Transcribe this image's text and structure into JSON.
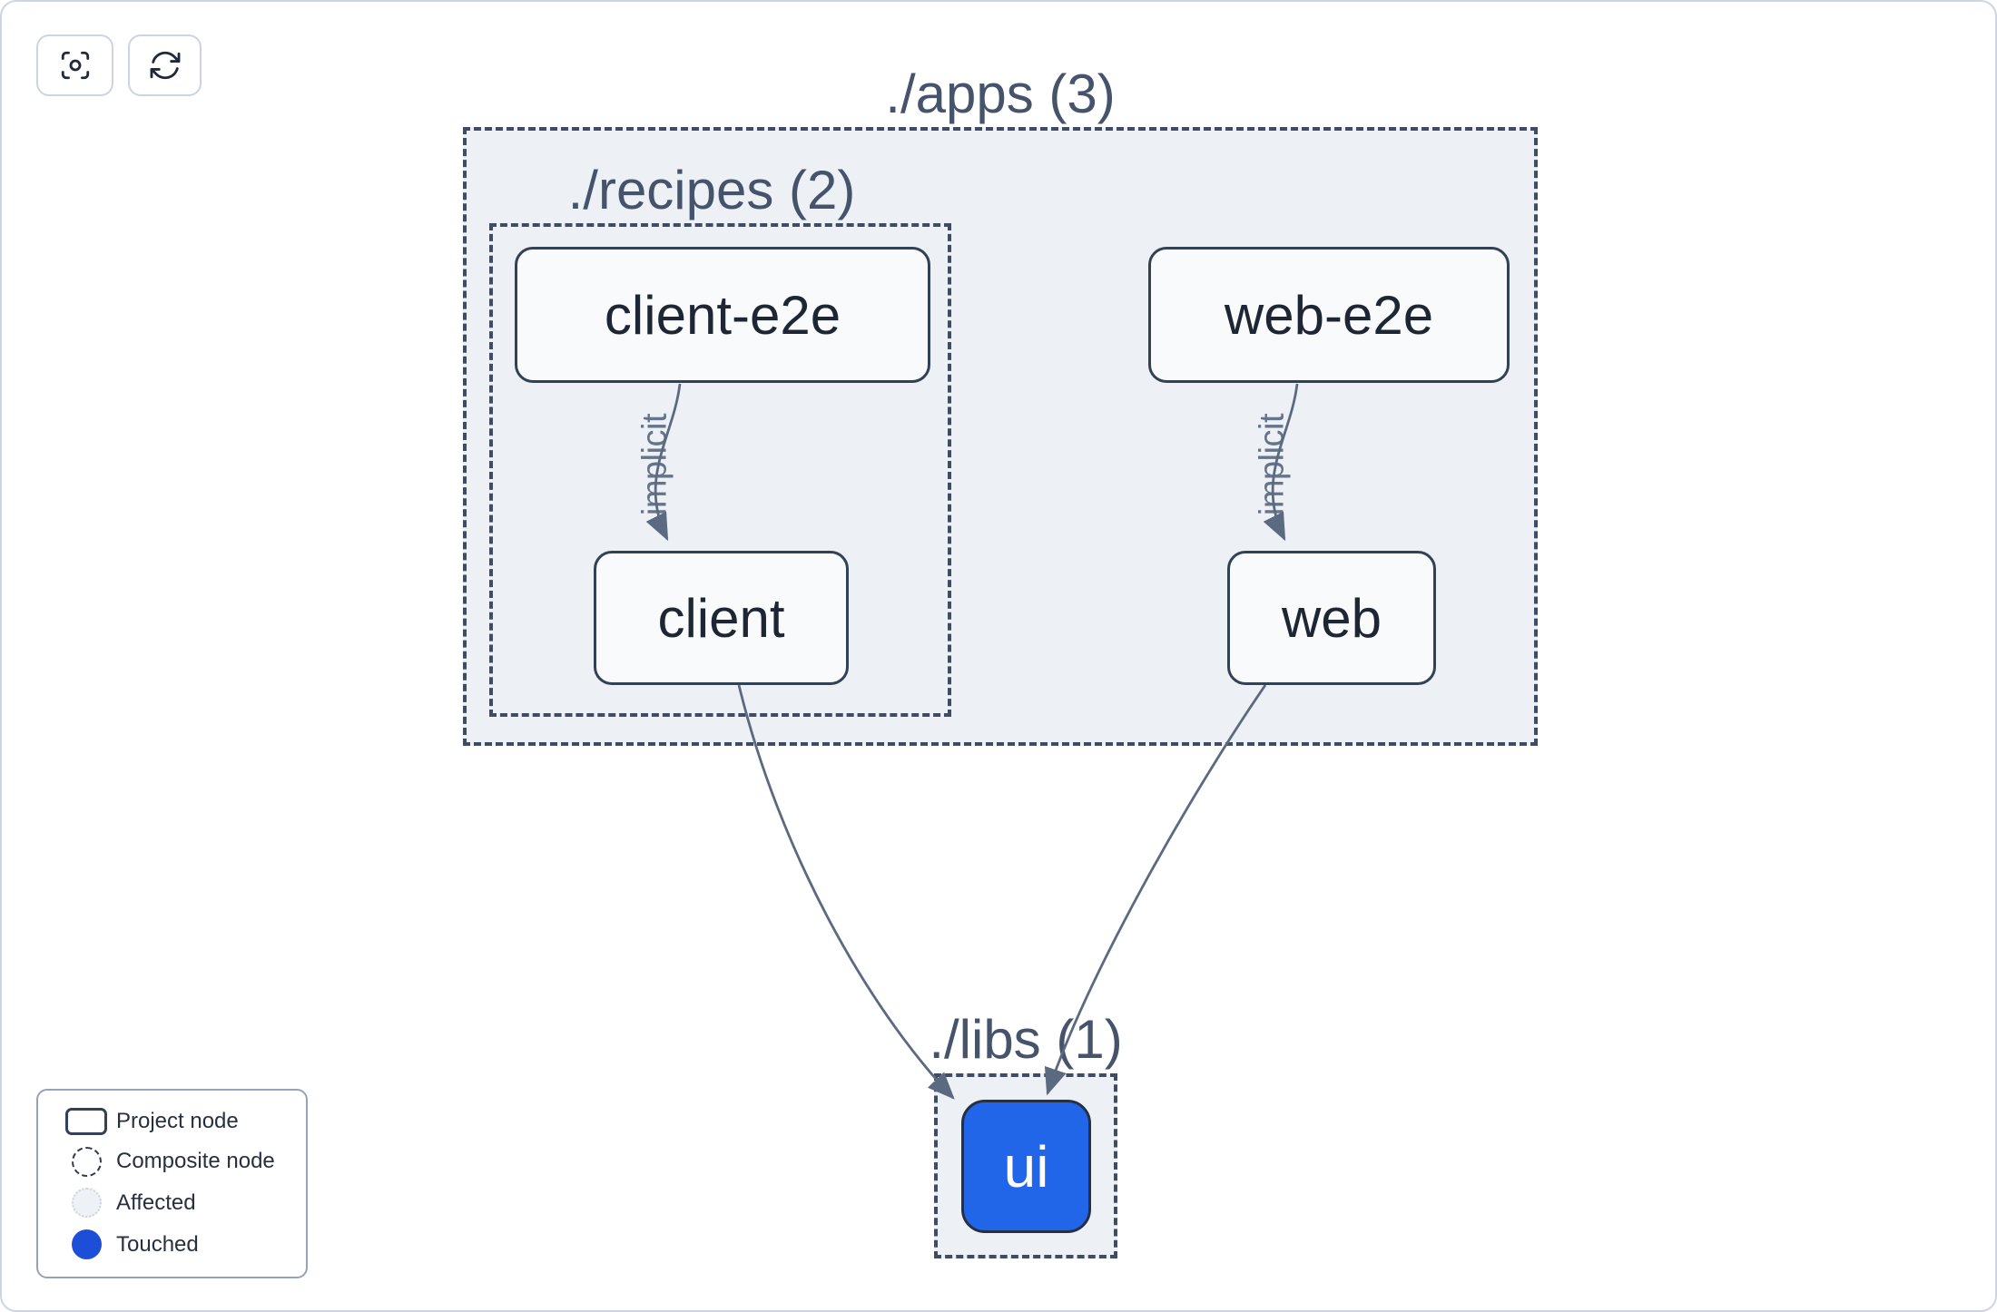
{
  "toolbar": {
    "buttons": [
      {
        "action": "center-graph",
        "icon": "viewfinder-focus-icon"
      },
      {
        "action": "refresh-graph",
        "icon": "refresh-icon"
      }
    ]
  },
  "groups": {
    "apps": {
      "label": "./apps (3)",
      "project_count": 3
    },
    "recipes": {
      "label": "./recipes (2)",
      "project_count": 2
    },
    "libs": {
      "label": "./libs (1)",
      "project_count": 1
    }
  },
  "nodes": {
    "client_e2e": {
      "label": "client-e2e",
      "type": "project",
      "state": "default"
    },
    "web_e2e": {
      "label": "web-e2e",
      "type": "project",
      "state": "default"
    },
    "client": {
      "label": "client",
      "type": "project",
      "state": "default"
    },
    "web": {
      "label": "web",
      "type": "project",
      "state": "default"
    },
    "ui": {
      "label": "ui",
      "type": "project",
      "state": "touched"
    }
  },
  "edges": [
    {
      "from": "client-e2e",
      "to": "client",
      "label": "implicit"
    },
    {
      "from": "web-e2e",
      "to": "web",
      "label": "implicit"
    },
    {
      "from": "client",
      "to": "ui",
      "label": ""
    },
    {
      "from": "web",
      "to": "ui",
      "label": ""
    }
  ],
  "legend": {
    "items": [
      {
        "key": "project-node",
        "label": "Project node"
      },
      {
        "key": "composite-node",
        "label": "Composite node"
      },
      {
        "key": "affected",
        "label": "Affected"
      },
      {
        "key": "touched",
        "label": "Touched"
      }
    ]
  },
  "colors": {
    "touched_node_fill": "#2166e8",
    "touched_legend_dot": "#1d4ed8",
    "edge_stroke": "#5b6a80",
    "group_fill": "#edf0f5",
    "dashed_border": "#3f4c63",
    "node_border": "#334155",
    "node_fill": "#f8fafc",
    "node_text": "#1e2633",
    "group_label_text": "#45536b",
    "canvas_border": "#cbd5e1"
  }
}
